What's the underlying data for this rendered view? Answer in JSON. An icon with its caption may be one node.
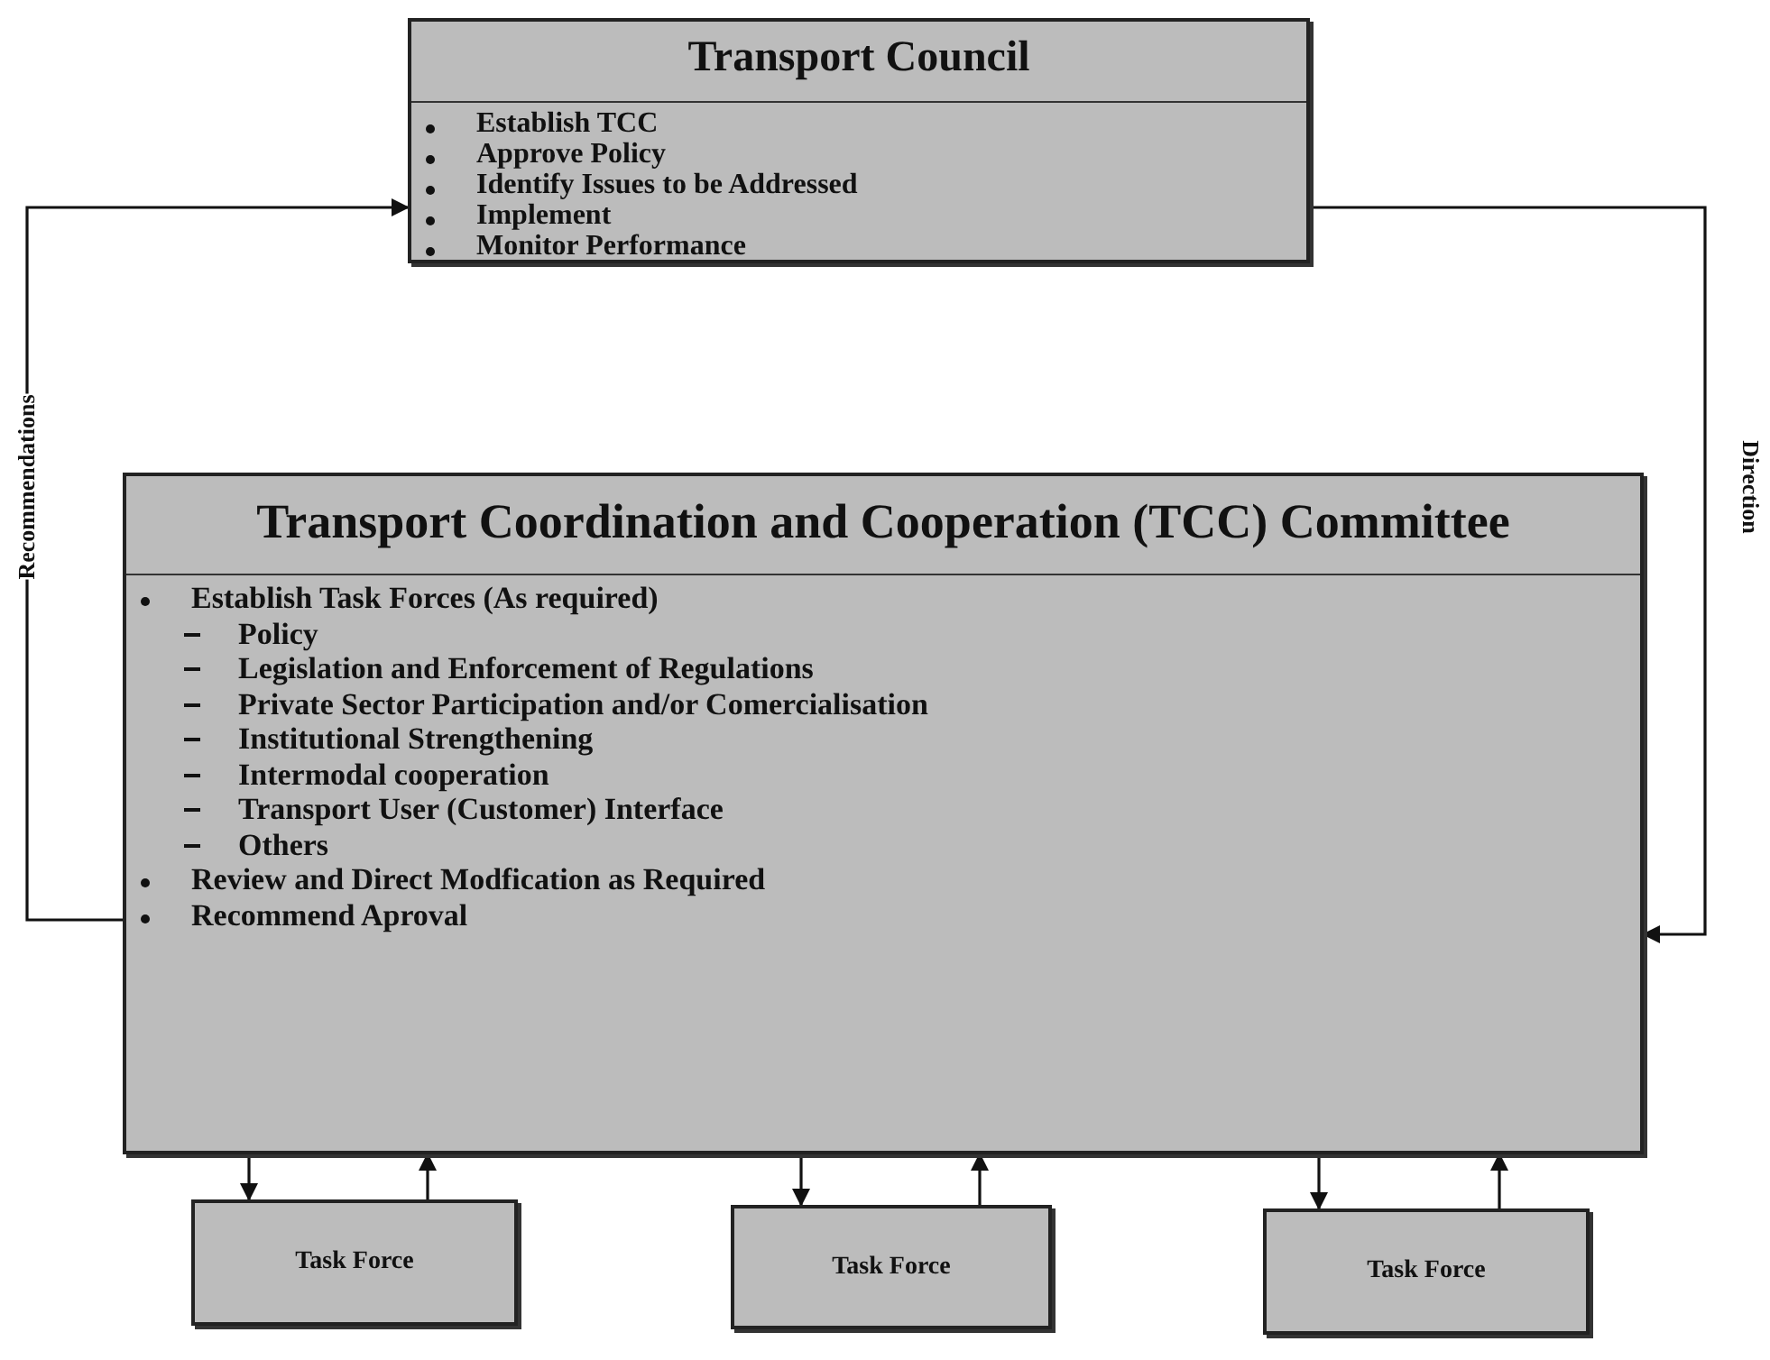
{
  "diagram": {
    "nodes": [
      {
        "text": [
          "Transport Council",
          "Establish TCC",
          "Approve Policy",
          "Identify Issues to be Addressed",
          "Implement",
          "Monitor Performance"
        ]
      },
      {
        "text": [
          "Transport Coordination and Cooperation (TCC) Committee",
          "Establish Task Forces (As required)",
          "Policy",
          "Legislation and Enforcement of Regulations",
          "Private Sector Participation and/or Comercialisation",
          "Institutional Strengthening",
          "Intermodal cooperation",
          "Transport User (Customer) Interface",
          "Others",
          "Review and Direct Modfication as Required",
          "Recommend Aproval"
        ]
      },
      {
        "text": [
          "Task Force"
        ]
      },
      {
        "text": [
          "Task Force"
        ]
      },
      {
        "text": [
          "Task Force"
        ]
      }
    ],
    "edges": [
      {
        "from": 1,
        "to": 0,
        "arrow": "to",
        "label": "Recommendations"
      },
      {
        "from": 0,
        "to": 1,
        "arrow": "to",
        "label": "Direction"
      },
      {
        "from": 1,
        "to": 2,
        "arrow": "to"
      },
      {
        "from": 2,
        "to": 1,
        "arrow": "to"
      },
      {
        "from": 1,
        "to": 3,
        "arrow": "to"
      },
      {
        "from": 3,
        "to": 1,
        "arrow": "to"
      },
      {
        "from": 1,
        "to": 4,
        "arrow": "to"
      },
      {
        "from": 4,
        "to": 1,
        "arrow": "to"
      }
    ]
  }
}
